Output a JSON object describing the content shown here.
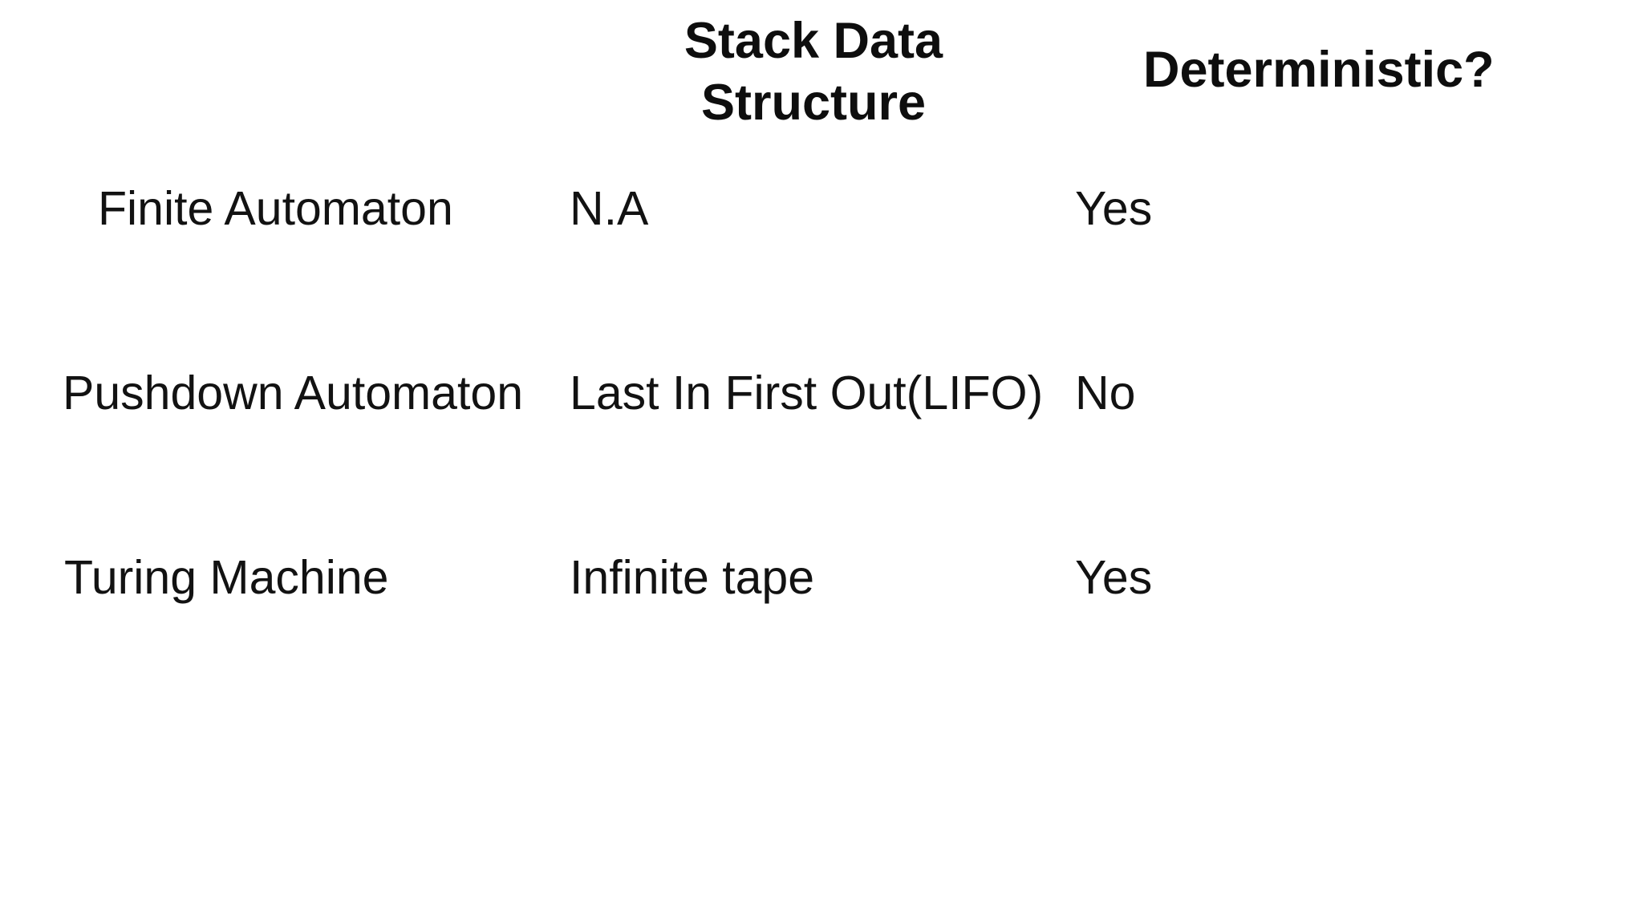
{
  "colors": {
    "background": "#ffffff",
    "text": "#121212"
  },
  "table": {
    "headers": {
      "machine": "",
      "stack": "Stack Data Structure",
      "deterministic": "Deterministic?"
    },
    "rows": [
      {
        "machine": "Finite Automaton",
        "stack": "N.A",
        "deterministic": "Yes"
      },
      {
        "machine": "Pushdown Automaton",
        "stack": "Last In First Out(LIFO)",
        "deterministic": "No"
      },
      {
        "machine": "Turing Machine",
        "stack": "Infinite tape",
        "deterministic": "Yes"
      }
    ]
  }
}
